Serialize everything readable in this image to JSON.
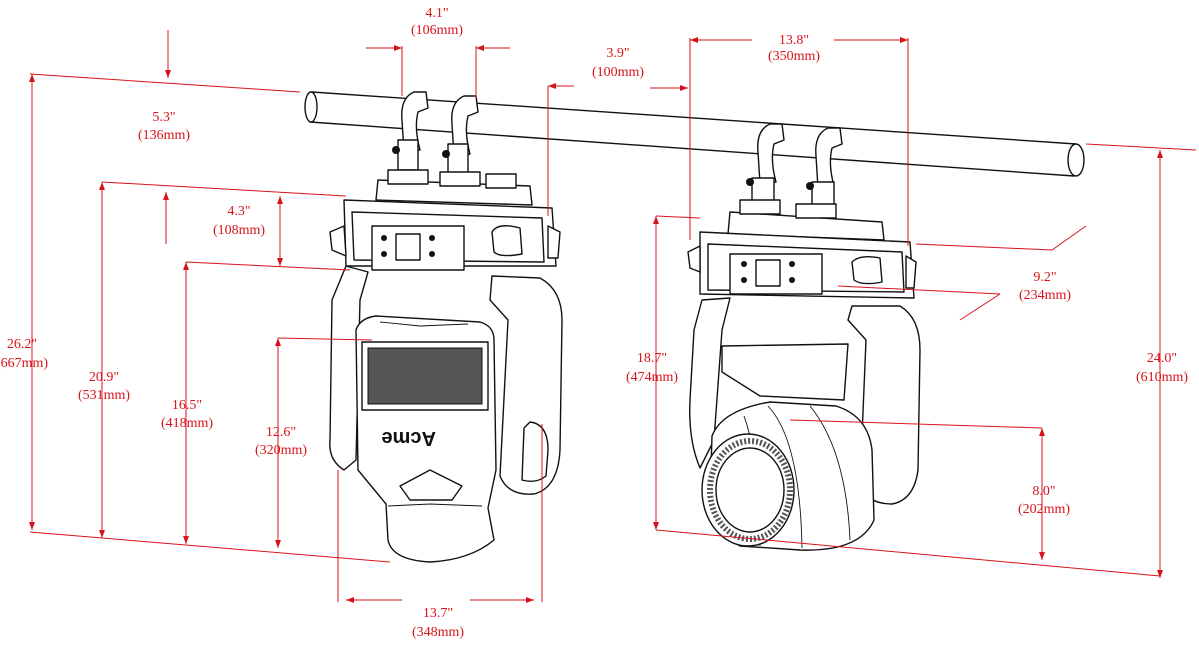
{
  "colors": {
    "dimension": "#d8141b",
    "outline": "#111111",
    "background": "#ffffff"
  },
  "logo_text": "Acme",
  "dimensions": [
    {
      "id": "clamp-spacing",
      "imperial": "4.1\"",
      "metric": "(106mm)"
    },
    {
      "id": "pipe-to-body",
      "imperial": "3.9\"",
      "metric": "(100mm)"
    },
    {
      "id": "rear-clamp-spacing",
      "imperial": "13.8\"",
      "metric": "(350mm)"
    },
    {
      "id": "pipe-to-base-top",
      "imperial": "5.3\"",
      "metric": "(136mm)"
    },
    {
      "id": "base-height",
      "imperial": "4.3\"",
      "metric": "(108mm)"
    },
    {
      "id": "total-height",
      "imperial": "26.2\"",
      "metric": "(667mm)"
    },
    {
      "id": "base-to-bottom",
      "imperial": "20.9\"",
      "metric": "(531mm)"
    },
    {
      "id": "yoke-height",
      "imperial": "16.5\"",
      "metric": "(418mm)"
    },
    {
      "id": "head-height",
      "imperial": "12.6\"",
      "metric": "(320mm)"
    },
    {
      "id": "front-width",
      "imperial": "13.7\"",
      "metric": "(348mm)"
    },
    {
      "id": "base-depth",
      "imperial": "9.2\"",
      "metric": "(234mm)"
    },
    {
      "id": "rear-body-height",
      "imperial": "18.7\"",
      "metric": "(474mm)"
    },
    {
      "id": "lens-height",
      "imperial": "8.0\"",
      "metric": "(202mm)"
    },
    {
      "id": "rear-total-height",
      "imperial": "24.0\"",
      "metric": "(610mm)"
    }
  ]
}
